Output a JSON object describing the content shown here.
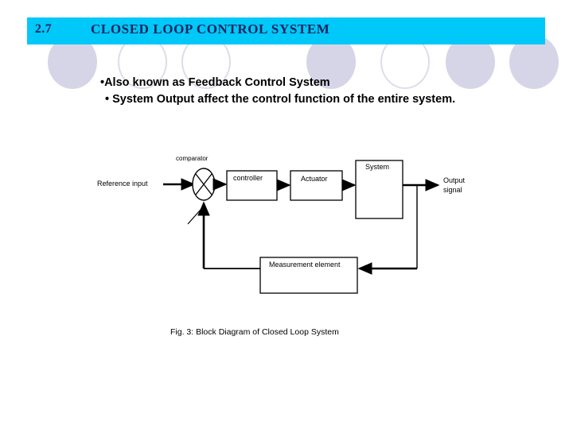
{
  "slide": {
    "header": {
      "number": "2.7",
      "title": "CLOSED LOOP CONTROL SYSTEM",
      "bar_color": "#00c8f8",
      "text_color": "#17225c"
    },
    "bullets": [
      "•Also known as Feedback Control System",
      "• System Output affect the control function of the entire system."
    ],
    "decor": {
      "circle_fill_color": "#d6d5e8",
      "circle_outline_color": "#ddddea"
    }
  },
  "diagram": {
    "caption": "Fig. 3: Block Diagram of Closed Loop System",
    "labels": {
      "reference_input": "Reference input",
      "comparator": "comparator",
      "controller": "controller",
      "actuator": "Actuator",
      "system": "System",
      "measurement_element": "Measurement element",
      "output_signal_line1": "Output",
      "output_signal_line2": "signal"
    },
    "blocks": [
      {
        "name": "controller",
        "label": "controller"
      },
      {
        "name": "actuator",
        "label": "Actuator"
      },
      {
        "name": "system",
        "label": "System"
      },
      {
        "name": "measurement-element",
        "label": "Measurement element"
      }
    ],
    "line_color": "#000000"
  }
}
